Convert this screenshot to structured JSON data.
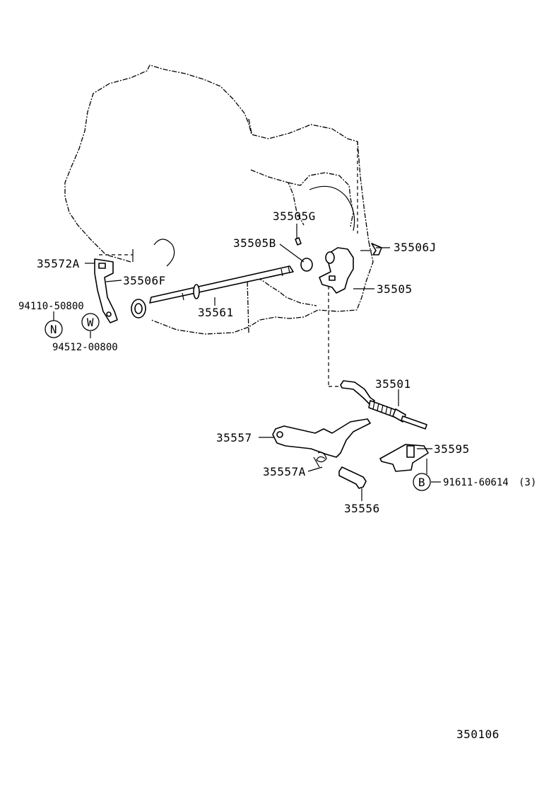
{
  "diagram": {
    "labels": {
      "p35505G": "35505G",
      "p35505B": "35505B",
      "p35506J": "35506J",
      "p35572A": "35572A",
      "p35506F": "35506F",
      "p35505": "35505",
      "p94110": "94110-50800",
      "p35561": "35561",
      "p94512": "94512-00800",
      "p35501": "35501",
      "p35557": "35557",
      "p35595": "35595",
      "p35557A": "35557A",
      "p91611": "91611-60614",
      "p91611_qty": "(3)",
      "p35556": "35556"
    },
    "symbols": {
      "n": "N",
      "w": "W",
      "b": "B"
    },
    "figure_number": "350106"
  }
}
